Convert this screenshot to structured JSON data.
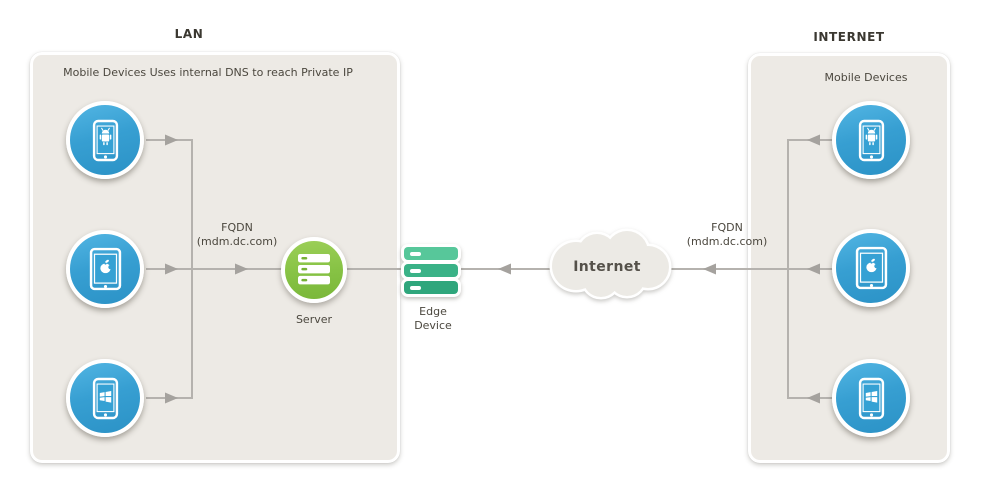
{
  "lan": {
    "title": "LAN",
    "subtitle": "Mobile Devices Uses internal DNS to reach Private IP",
    "fqdn_line1": "FQDN",
    "fqdn_line2": "(mdm.dc.com)",
    "server_label": "Server",
    "device_icons": [
      "android-phone-icon",
      "apple-tablet-icon",
      "windows-phone-icon"
    ]
  },
  "backbone": {
    "edge_device_label": "Edge Device",
    "internet_cloud_label": "Internet",
    "edge_device_icon": "server-stack-icon",
    "cloud_icon": "cloud-shape"
  },
  "internet_zone": {
    "title": "INTERNET",
    "subtitle": "Mobile Devices",
    "fqdn_line1": "FQDN",
    "fqdn_line2": "(mdm.dc.com)",
    "device_icons": [
      "android-phone-icon",
      "apple-tablet-icon",
      "windows-phone-icon"
    ]
  },
  "colors": {
    "device_blue": "#349fd3",
    "screen_blue": "#35a1d4",
    "server_green": "#86c244",
    "edge_teal_top": "#57c79a",
    "edge_teal_mid": "#3ab287",
    "edge_teal_bottom": "#2fa67c",
    "panel_bg": "#edeae5",
    "cloud_bg": "#eceae5",
    "line_gray": "#b5b2ae",
    "arrow_gray": "#a5a29e",
    "title_text": "#3b3831",
    "body_text": "#4b473e"
  }
}
